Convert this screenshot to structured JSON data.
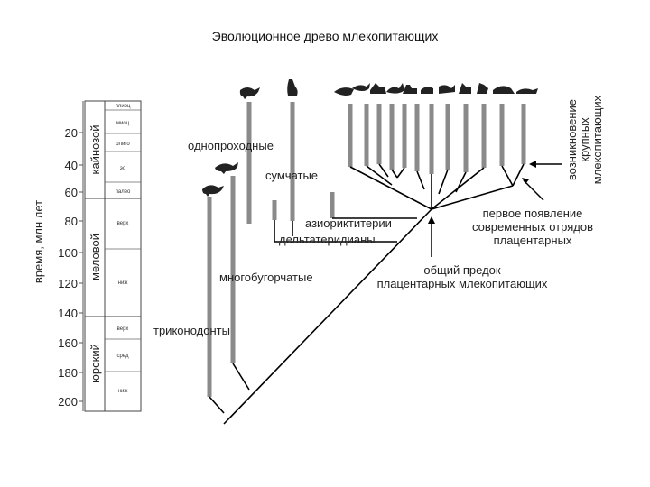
{
  "title": "Эволюционное древо млекопитающих",
  "time_axis": {
    "label": "время, млн лет",
    "ticks": [
      "20",
      "40",
      "60",
      "80",
      "100",
      "120",
      "140",
      "160",
      "180",
      "200"
    ]
  },
  "eras": {
    "cenozoic": "кайнозой",
    "cretaceous": "меловой",
    "jurassic": "юрский"
  },
  "epochs": {
    "pleist": "плиоц",
    "mio": "миоц",
    "oligo": "олиго",
    "eo": "эо",
    "paleo": "палео",
    "k_upper": "верх",
    "k_lower": "ниж",
    "j_upper": "верх",
    "j_middle": "сред",
    "j_lower": "ниж"
  },
  "taxa": {
    "monotremes": "однопроходные",
    "marsupials": "сумчатые",
    "asioryctitheria": "азиориктитерии",
    "deltatheridians": "дельтатеридианы",
    "multituberculates": "многобугорчатые",
    "triconodonts": "триконодонты"
  },
  "annotations": {
    "large_mammals": [
      "возникновение",
      "крупных",
      "млекопитающих"
    ],
    "first_orders": [
      "первое появление",
      "современных отрядов",
      "плацентарных"
    ],
    "common_ancestor": [
      "общий предок",
      "плацентарных млекопитающих"
    ]
  }
}
